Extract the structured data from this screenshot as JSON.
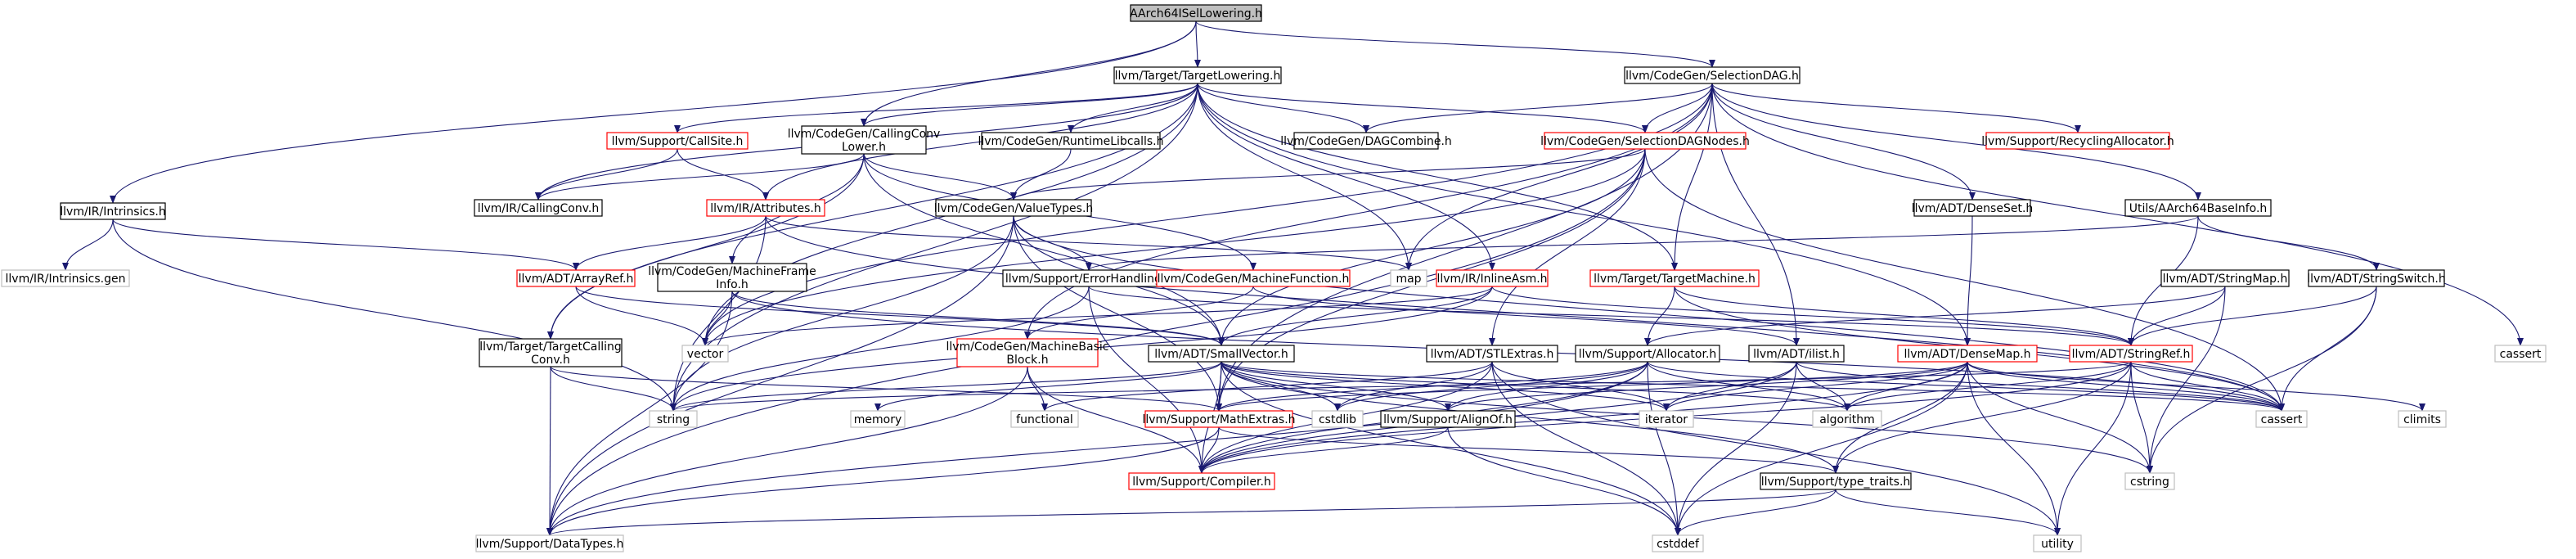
{
  "colors": {
    "root_fill": "#bfbfbf",
    "documented_border": "#000000",
    "undocumented_border": "#ff0000",
    "external_border": "#bfbfbf",
    "edge": "#191970",
    "text": "#000000"
  },
  "nodes": [
    {
      "id": "root",
      "kind": "root",
      "lines": [
        "AArch64ISelLowering.h"
      ]
    },
    {
      "id": "tl",
      "kind": "doc",
      "lines": [
        "llvm/Target/TargetLowering.h"
      ]
    },
    {
      "id": "sdag",
      "kind": "doc",
      "lines": [
        "llvm/CodeGen/SelectionDAG.h"
      ]
    },
    {
      "id": "intr",
      "kind": "doc",
      "lines": [
        "llvm/IR/Intrinsics.h"
      ]
    },
    {
      "id": "intrgen",
      "kind": "ext",
      "lines": [
        "llvm/IR/Intrinsics.gen"
      ]
    },
    {
      "id": "callsite",
      "kind": "red",
      "lines": [
        "llvm/Support/CallSite.h"
      ]
    },
    {
      "id": "cconvlower",
      "kind": "doc",
      "lines": [
        "llvm/CodeGen/CallingConv",
        "Lower.h"
      ]
    },
    {
      "id": "rtlibcalls",
      "kind": "doc",
      "lines": [
        "llvm/CodeGen/RuntimeLibcalls.h"
      ]
    },
    {
      "id": "dagcombine",
      "kind": "doc",
      "lines": [
        "llvm/CodeGen/DAGCombine.h"
      ]
    },
    {
      "id": "sdnodes",
      "kind": "red",
      "lines": [
        "llvm/CodeGen/SelectionDAGNodes.h"
      ]
    },
    {
      "id": "recycl",
      "kind": "red",
      "lines": [
        "llvm/Support/RecyclingAllocator.h"
      ]
    },
    {
      "id": "irconv",
      "kind": "doc",
      "lines": [
        "llvm/IR/CallingConv.h"
      ]
    },
    {
      "id": "irattr",
      "kind": "red",
      "lines": [
        "llvm/IR/Attributes.h"
      ]
    },
    {
      "id": "vt",
      "kind": "doc",
      "lines": [
        "llvm/CodeGen/ValueTypes.h"
      ]
    },
    {
      "id": "denseset",
      "kind": "doc",
      "lines": [
        "llvm/ADT/DenseSet.h"
      ]
    },
    {
      "id": "a64base",
      "kind": "doc",
      "lines": [
        "Utils/AArch64BaseInfo.h"
      ]
    },
    {
      "id": "arrayref",
      "kind": "red",
      "lines": [
        "llvm/ADT/ArrayRef.h"
      ]
    },
    {
      "id": "mframe",
      "kind": "doc",
      "lines": [
        "llvm/CodeGen/MachineFrame",
        "Info.h"
      ]
    },
    {
      "id": "errh",
      "kind": "doc",
      "lines": [
        "llvm/Support/ErrorHandling.h"
      ]
    },
    {
      "id": "mfunc",
      "kind": "red",
      "lines": [
        "llvm/CodeGen/MachineFunction.h"
      ]
    },
    {
      "id": "map",
      "kind": "ext",
      "lines": [
        "map"
      ]
    },
    {
      "id": "inlineasm",
      "kind": "red",
      "lines": [
        "llvm/IR/InlineAsm.h"
      ]
    },
    {
      "id": "tmachine",
      "kind": "red",
      "lines": [
        "llvm/Target/TargetMachine.h"
      ]
    },
    {
      "id": "strmap",
      "kind": "doc",
      "lines": [
        "llvm/ADT/StringMap.h"
      ]
    },
    {
      "id": "strswitch",
      "kind": "doc",
      "lines": [
        "llvm/ADT/StringSwitch.h"
      ]
    },
    {
      "id": "tcallconv",
      "kind": "doc",
      "lines": [
        "llvm/Target/TargetCalling",
        "Conv.h"
      ]
    },
    {
      "id": "vector",
      "kind": "ext",
      "lines": [
        "vector"
      ]
    },
    {
      "id": "mbb",
      "kind": "red",
      "lines": [
        "llvm/CodeGen/MachineBasic",
        "Block.h"
      ]
    },
    {
      "id": "smallvec",
      "kind": "doc",
      "lines": [
        "llvm/ADT/SmallVector.h"
      ]
    },
    {
      "id": "stlextras",
      "kind": "doc",
      "lines": [
        "llvm/ADT/STLExtras.h"
      ]
    },
    {
      "id": "allocator",
      "kind": "doc",
      "lines": [
        "llvm/Support/Allocator.h"
      ]
    },
    {
      "id": "ilist",
      "kind": "doc",
      "lines": [
        "llvm/ADT/ilist.h"
      ]
    },
    {
      "id": "densemap",
      "kind": "red",
      "lines": [
        "llvm/ADT/DenseMap.h"
      ]
    },
    {
      "id": "strref",
      "kind": "red",
      "lines": [
        "llvm/ADT/StringRef.h"
      ]
    },
    {
      "id": "cassert2",
      "kind": "ext",
      "lines": [
        "cassert"
      ]
    },
    {
      "id": "string",
      "kind": "ext",
      "lines": [
        "string"
      ]
    },
    {
      "id": "memory",
      "kind": "ext",
      "lines": [
        "memory"
      ]
    },
    {
      "id": "functional",
      "kind": "ext",
      "lines": [
        "functional"
      ]
    },
    {
      "id": "mathextras",
      "kind": "red",
      "lines": [
        "llvm/Support/MathExtras.h"
      ]
    },
    {
      "id": "cstdlib",
      "kind": "ext",
      "lines": [
        "cstdlib"
      ]
    },
    {
      "id": "alignof",
      "kind": "doc",
      "lines": [
        "llvm/Support/AlignOf.h"
      ]
    },
    {
      "id": "iterator",
      "kind": "ext",
      "lines": [
        "iterator"
      ]
    },
    {
      "id": "algorithm",
      "kind": "ext",
      "lines": [
        "algorithm"
      ]
    },
    {
      "id": "cassert",
      "kind": "ext",
      "lines": [
        "cassert"
      ]
    },
    {
      "id": "climits",
      "kind": "ext",
      "lines": [
        "climits"
      ]
    },
    {
      "id": "compiler",
      "kind": "red",
      "lines": [
        "llvm/Support/Compiler.h"
      ]
    },
    {
      "id": "typetraits",
      "kind": "doc",
      "lines": [
        "llvm/Support/type_traits.h"
      ]
    },
    {
      "id": "cstring",
      "kind": "ext",
      "lines": [
        "cstring"
      ]
    },
    {
      "id": "datatypes",
      "kind": "ext",
      "lines": [
        "llvm/Support/DataTypes.h"
      ]
    },
    {
      "id": "cstddef",
      "kind": "ext",
      "lines": [
        "cstddef"
      ]
    },
    {
      "id": "utility",
      "kind": "ext",
      "lines": [
        "utility"
      ]
    }
  ],
  "edges": [
    [
      "root",
      "tl"
    ],
    [
      "root",
      "sdag"
    ],
    [
      "root",
      "intr"
    ],
    [
      "root",
      "cconvlower"
    ],
    [
      "intr",
      "intrgen"
    ],
    [
      "intr",
      "arrayref"
    ],
    [
      "intr",
      "string"
    ],
    [
      "tl",
      "callsite"
    ],
    [
      "tl",
      "cconvlower"
    ],
    [
      "tl",
      "rtlibcalls"
    ],
    [
      "tl",
      "dagcombine"
    ],
    [
      "tl",
      "sdnodes"
    ],
    [
      "tl",
      "irconv"
    ],
    [
      "tl",
      "irattr"
    ],
    [
      "tl",
      "map"
    ],
    [
      "tl",
      "inlineasm"
    ],
    [
      "tl",
      "tmachine"
    ],
    [
      "tl",
      "densemap"
    ],
    [
      "tl",
      "tcallconv"
    ],
    [
      "tl",
      "vector"
    ],
    [
      "tl",
      "string"
    ],
    [
      "sdag",
      "dagcombine"
    ],
    [
      "sdag",
      "sdnodes"
    ],
    [
      "sdag",
      "recycl"
    ],
    [
      "sdag",
      "denseset"
    ],
    [
      "sdag",
      "a64base"
    ],
    [
      "sdag",
      "ilist"
    ],
    [
      "sdag",
      "tmachine"
    ],
    [
      "sdag",
      "map"
    ],
    [
      "sdag",
      "mbb"
    ],
    [
      "sdag",
      "mathextras"
    ],
    [
      "sdag",
      "cassert2"
    ],
    [
      "sdag",
      "vector"
    ],
    [
      "callsite",
      "irconv"
    ],
    [
      "callsite",
      "irattr"
    ],
    [
      "cconvlower",
      "irconv"
    ],
    [
      "cconvlower",
      "vt"
    ],
    [
      "cconvlower",
      "mframe"
    ],
    [
      "cconvlower",
      "smallvec"
    ],
    [
      "cconvlower",
      "mfunc"
    ],
    [
      "cconvlower",
      "tcallconv"
    ],
    [
      "rtlibcalls",
      "vt"
    ],
    [
      "sdnodes",
      "vt"
    ],
    [
      "sdnodes",
      "smallvec"
    ],
    [
      "sdnodes",
      "stlextras"
    ],
    [
      "sdnodes",
      "mathextras"
    ],
    [
      "sdnodes",
      "vector"
    ],
    [
      "sdnodes",
      "cassert"
    ],
    [
      "sdnodes",
      "datatypes"
    ],
    [
      "irattr",
      "arrayref"
    ],
    [
      "irattr",
      "map"
    ],
    [
      "irattr",
      "string"
    ],
    [
      "irattr",
      "cassert"
    ],
    [
      "vt",
      "errh"
    ],
    [
      "vt",
      "mathextras"
    ],
    [
      "vt",
      "string"
    ],
    [
      "vt",
      "cassert"
    ],
    [
      "vt",
      "smallvec"
    ],
    [
      "vt",
      "datatypes"
    ],
    [
      "denseset",
      "densemap"
    ],
    [
      "a64base",
      "errh"
    ],
    [
      "a64base",
      "strswitch"
    ],
    [
      "a64base",
      "strref"
    ],
    [
      "arrayref",
      "smallvec"
    ],
    [
      "arrayref",
      "vector"
    ],
    [
      "mframe",
      "smallvec"
    ],
    [
      "mframe",
      "datatypes"
    ],
    [
      "mframe",
      "vector"
    ],
    [
      "mframe",
      "cassert"
    ],
    [
      "errh",
      "string"
    ],
    [
      "errh",
      "compiler"
    ],
    [
      "errh",
      "strref"
    ],
    [
      "mfunc",
      "ilist"
    ],
    [
      "mfunc",
      "mbb"
    ],
    [
      "inlineasm",
      "smallvec"
    ],
    [
      "inlineasm",
      "string"
    ],
    [
      "inlineasm",
      "vector"
    ],
    [
      "inlineasm",
      "strref"
    ],
    [
      "tmachine",
      "strref"
    ],
    [
      "tmachine",
      "cassert"
    ],
    [
      "tmachine",
      "allocator"
    ],
    [
      "strmap",
      "strref"
    ],
    [
      "strmap",
      "allocator"
    ],
    [
      "strmap",
      "cstring"
    ],
    [
      "strswitch",
      "strref"
    ],
    [
      "strswitch",
      "cassert"
    ],
    [
      "strswitch",
      "cstring"
    ],
    [
      "tcallconv",
      "string"
    ],
    [
      "tcallconv",
      "datatypes"
    ],
    [
      "tcallconv",
      "mathextras"
    ],
    [
      "mbb",
      "functional"
    ],
    [
      "mbb",
      "compiler"
    ],
    [
      "mbb",
      "datatypes"
    ],
    [
      "smallvec",
      "memory"
    ],
    [
      "smallvec",
      "mathextras"
    ],
    [
      "smallvec",
      "cstdlib"
    ],
    [
      "smallvec",
      "alignof"
    ],
    [
      "smallvec",
      "iterator"
    ],
    [
      "smallvec",
      "algorithm"
    ],
    [
      "smallvec",
      "cassert"
    ],
    [
      "smallvec",
      "compiler"
    ],
    [
      "smallvec",
      "typetraits"
    ],
    [
      "smallvec",
      "cstring"
    ],
    [
      "smallvec",
      "cstddef"
    ],
    [
      "smallvec",
      "string"
    ],
    [
      "stlextras",
      "functional"
    ],
    [
      "stlextras",
      "cstdlib"
    ],
    [
      "stlextras",
      "iterator"
    ],
    [
      "stlextras",
      "utility"
    ],
    [
      "stlextras",
      "cstddef"
    ],
    [
      "stlextras",
      "compiler"
    ],
    [
      "allocator",
      "alignof"
    ],
    [
      "allocator",
      "mathextras"
    ],
    [
      "allocator",
      "algorithm"
    ],
    [
      "allocator",
      "cassert"
    ],
    [
      "allocator",
      "cstddef"
    ],
    [
      "allocator",
      "cstdlib"
    ],
    [
      "allocator",
      "compiler"
    ],
    [
      "allocator",
      "datatypes"
    ],
    [
      "ilist",
      "algorithm"
    ],
    [
      "ilist",
      "iterator"
    ],
    [
      "ilist",
      "cassert"
    ],
    [
      "ilist",
      "cstddef"
    ],
    [
      "ilist",
      "compiler"
    ],
    [
      "densemap",
      "alignof"
    ],
    [
      "densemap",
      "mathextras"
    ],
    [
      "densemap",
      "algorithm"
    ],
    [
      "densemap",
      "cassert"
    ],
    [
      "densemap",
      "climits"
    ],
    [
      "densemap",
      "cstddef"
    ],
    [
      "densemap",
      "cstring"
    ],
    [
      "densemap",
      "iterator"
    ],
    [
      "densemap",
      "utility"
    ],
    [
      "densemap",
      "compiler"
    ],
    [
      "densemap",
      "typetraits"
    ],
    [
      "strref",
      "algorithm"
    ],
    [
      "strref",
      "cassert"
    ],
    [
      "strref",
      "cstring"
    ],
    [
      "strref",
      "string"
    ],
    [
      "strref",
      "utility"
    ],
    [
      "strref",
      "typetraits"
    ],
    [
      "strref",
      "compiler"
    ],
    [
      "mathextras",
      "compiler"
    ],
    [
      "mathextras",
      "typetraits"
    ],
    [
      "mathextras",
      "datatypes"
    ],
    [
      "alignof",
      "compiler"
    ],
    [
      "alignof",
      "cstddef"
    ],
    [
      "typetraits",
      "cstddef"
    ],
    [
      "typetraits",
      "utility"
    ],
    [
      "typetraits",
      "datatypes"
    ]
  ]
}
